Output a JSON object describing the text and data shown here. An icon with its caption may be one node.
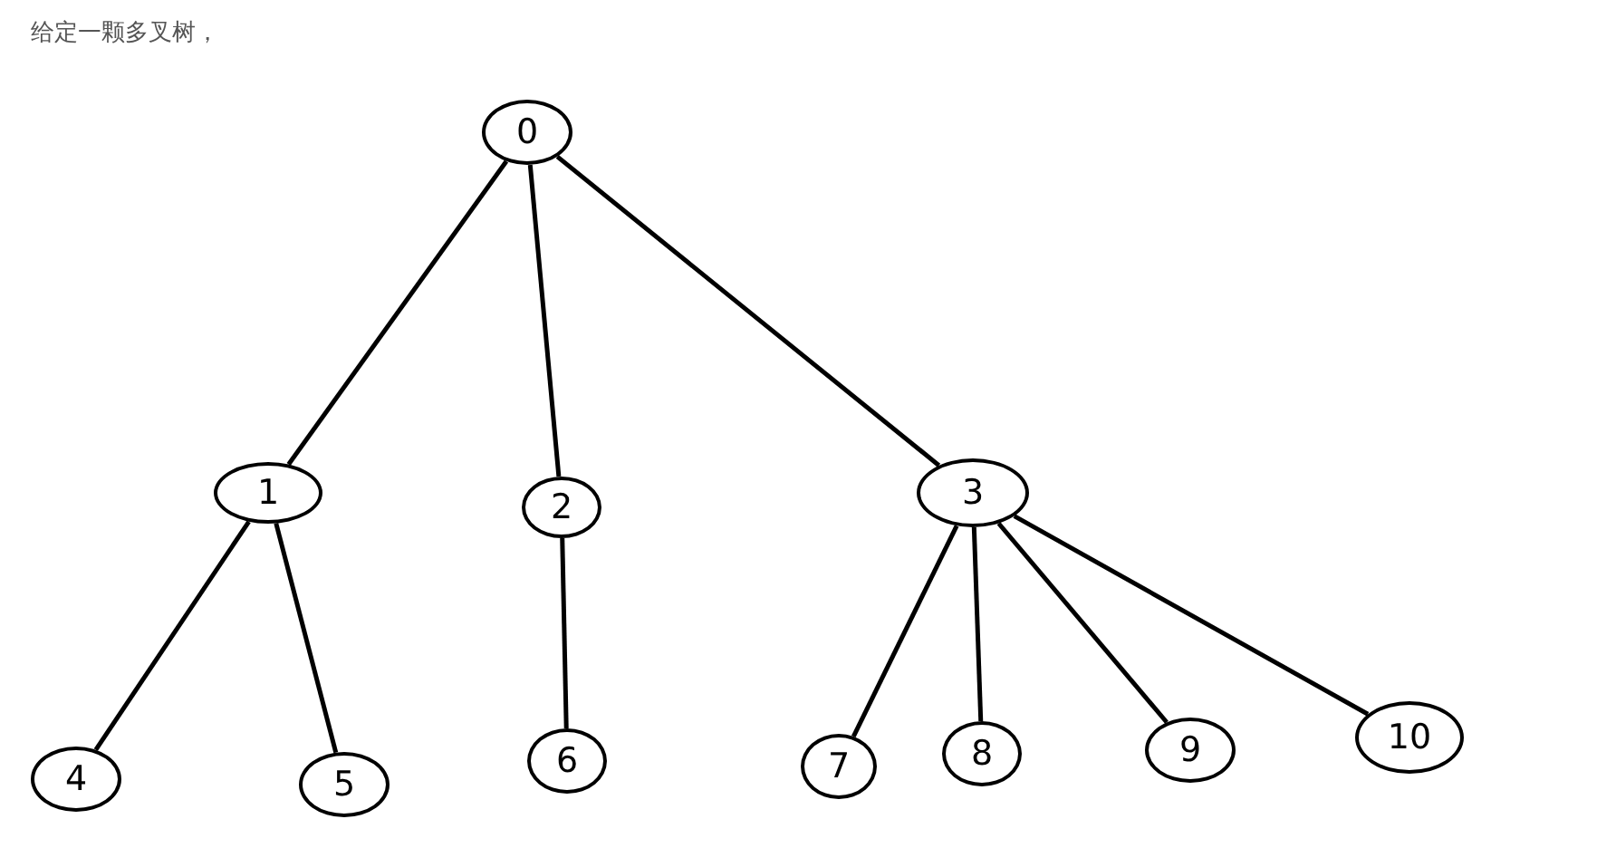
{
  "diagram": {
    "title": "给定一颗多叉树，",
    "nodes": [
      {
        "text": [
          "0"
        ]
      },
      {
        "text": [
          "1"
        ]
      },
      {
        "text": [
          "2"
        ]
      },
      {
        "text": [
          "3"
        ]
      },
      {
        "text": [
          "4"
        ]
      },
      {
        "text": [
          "5"
        ]
      },
      {
        "text": [
          "6"
        ]
      },
      {
        "text": [
          "7"
        ]
      },
      {
        "text": [
          "8"
        ]
      },
      {
        "text": [
          "9"
        ]
      },
      {
        "text": [
          "10"
        ]
      }
    ],
    "edges": [
      {
        "from": 0,
        "to": 1,
        "arrow": "none"
      },
      {
        "from": 0,
        "to": 2,
        "arrow": "none"
      },
      {
        "from": 0,
        "to": 3,
        "arrow": "none"
      },
      {
        "from": 1,
        "to": 4,
        "arrow": "none"
      },
      {
        "from": 1,
        "to": 5,
        "arrow": "none"
      },
      {
        "from": 2,
        "to": 6,
        "arrow": "none"
      },
      {
        "from": 3,
        "to": 7,
        "arrow": "none"
      },
      {
        "from": 3,
        "to": 8,
        "arrow": "none"
      },
      {
        "from": 3,
        "to": 9,
        "arrow": "none"
      },
      {
        "from": 3,
        "to": 10,
        "arrow": "none"
      }
    ]
  }
}
